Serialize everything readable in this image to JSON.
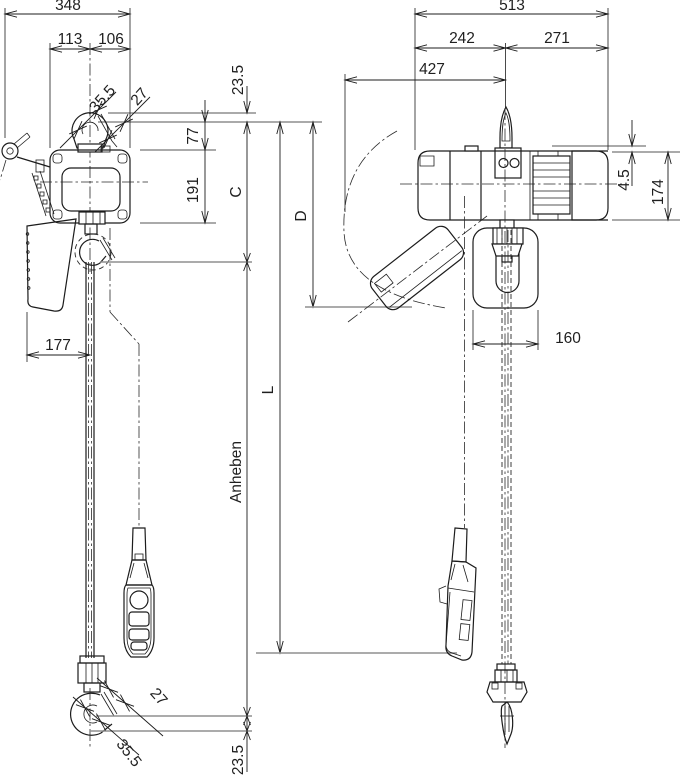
{
  "drawing": {
    "kind": "electric chain hoist dimension drawing",
    "front_view": {
      "dims": {
        "total_width": "348",
        "hook_to_left": "113",
        "hook_to_right": "106",
        "top_hook_opening": "35.5",
        "top_hook_throat": "27",
        "top_saddle_offset": "23.5",
        "suspension_to_body_top": "77",
        "body_height": "191",
        "headroom": "C",
        "bag_offset": "177",
        "lift_height": "L",
        "lift_label": "Anheben",
        "bottom_hook_throat": "27",
        "bottom_hook_opening": "35.5",
        "bottom_saddle_offset": "23.5"
      }
    },
    "side_view": {
      "dims": {
        "total_length": "513",
        "hook_to_left_end": "242",
        "hook_to_right_end": "271",
        "swing_clearance": "427",
        "body_top_offset": "4.5",
        "body_height": "174",
        "chain_bag_width": "160",
        "swing_drop": "D"
      }
    }
  }
}
